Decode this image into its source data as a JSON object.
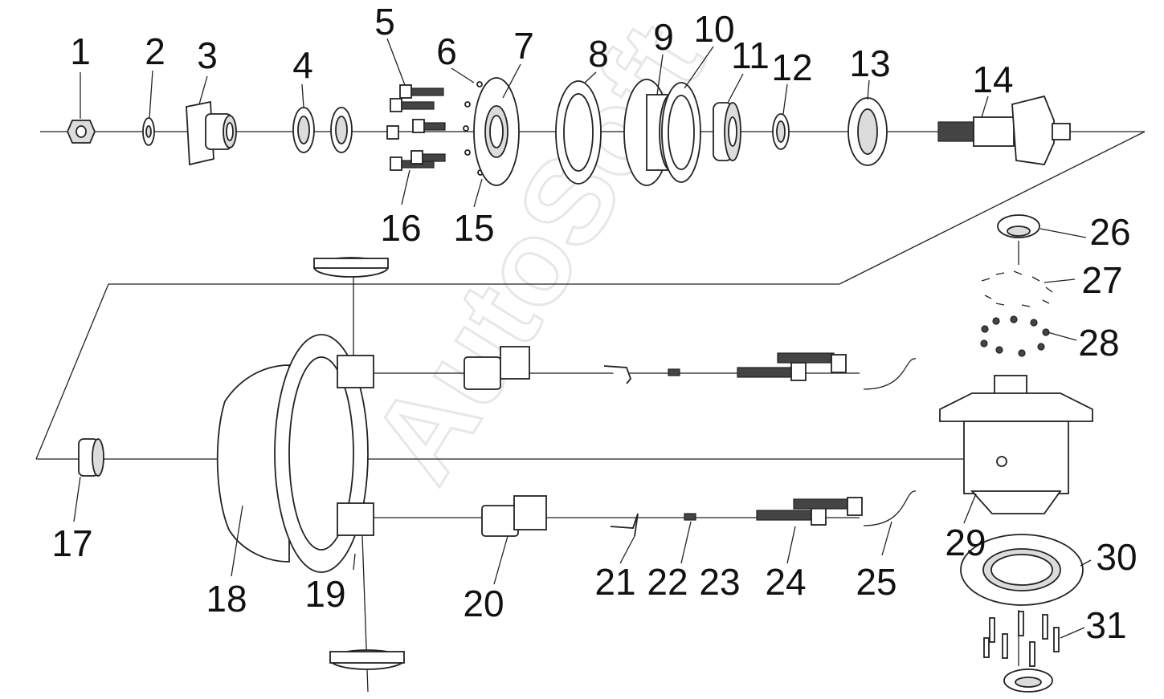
{
  "watermark": "AutoSoft",
  "callouts": [
    "1",
    "2",
    "3",
    "4",
    "5",
    "6",
    "7",
    "8",
    "9",
    "10",
    "11",
    "12",
    "13",
    "14",
    "15",
    "16",
    "17",
    "18",
    "19",
    "20",
    "21",
    "22",
    "23",
    "24",
    "25",
    "26",
    "27",
    "28",
    "29",
    "30",
    "31"
  ]
}
